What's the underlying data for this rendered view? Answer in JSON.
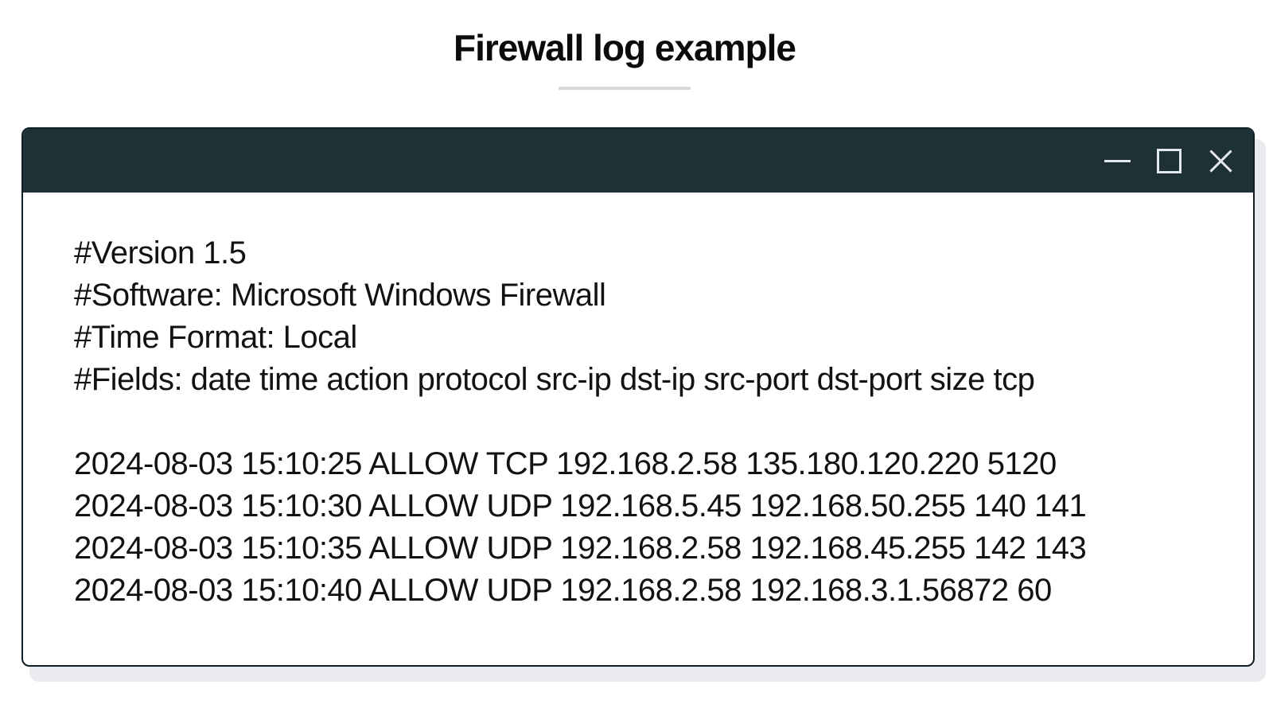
{
  "page": {
    "title": "Firewall log example"
  },
  "colors": {
    "titlebar": "#1e3137",
    "window_border": "#101e26",
    "window_shadow": "#e9ebef",
    "divider": "#d8d8d8",
    "body_text": "#121212",
    "control_icon": "#e3e8ea"
  },
  "window": {
    "log": {
      "header_lines": [
        "#Version 1.5",
        "#Software: Microsoft Windows Firewall",
        "#Time Format: Local",
        "#Fields: date time action protocol src-ip dst-ip src-port dst-port size tcp"
      ],
      "entries": [
        "2024-08-03 15:10:25 ALLOW TCP 192.168.2.58 135.180.120.220 5120",
        "2024-08-03 15:10:30 ALLOW UDP 192.168.5.45 192.168.50.255 140 141",
        "2024-08-03 15:10:35 ALLOW UDP 192.168.2.58 192.168.45.255 142 143",
        "2024-08-03 15:10:40 ALLOW UDP 192.168.2.58 192.168.3.1.56872 60"
      ]
    }
  }
}
